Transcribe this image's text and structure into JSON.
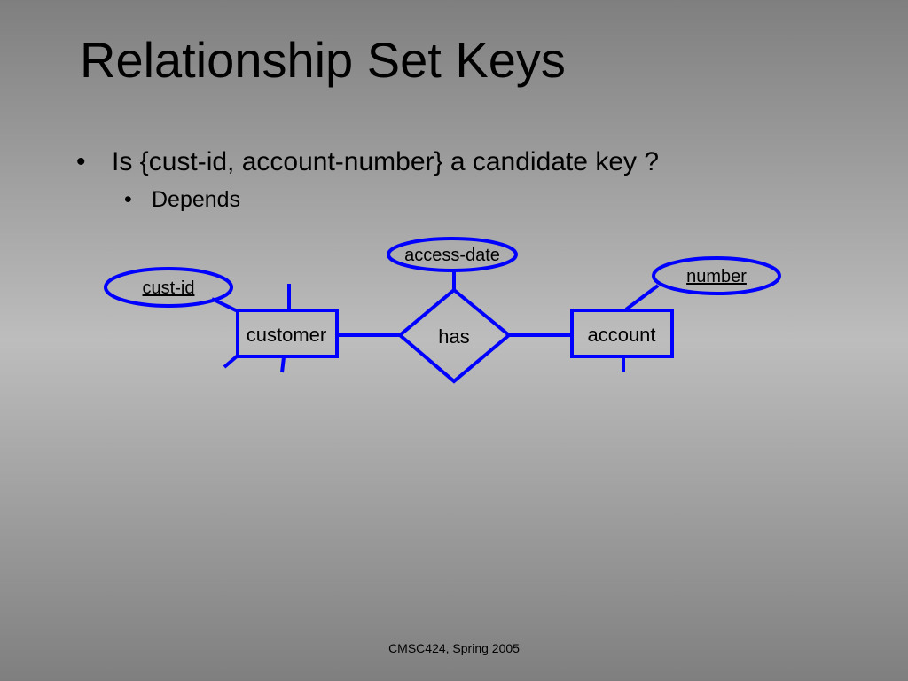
{
  "slide": {
    "title": "Relationship Set Keys",
    "bullets": [
      {
        "marker": "•",
        "text": "Is {cust-id, account-number} a candidate key ?"
      },
      {
        "marker": "•",
        "text": "Depends"
      }
    ],
    "footer": "CMSC424, Spring 2005"
  },
  "diagram": {
    "stroke_color": "#0000ff",
    "entities": [
      {
        "name": "customer"
      },
      {
        "name": "account"
      }
    ],
    "relationship": {
      "name": "has"
    },
    "attributes": [
      {
        "name": "cust-id",
        "key": true
      },
      {
        "name": "access-date",
        "key": false
      },
      {
        "name": "number",
        "key": true
      }
    ]
  }
}
